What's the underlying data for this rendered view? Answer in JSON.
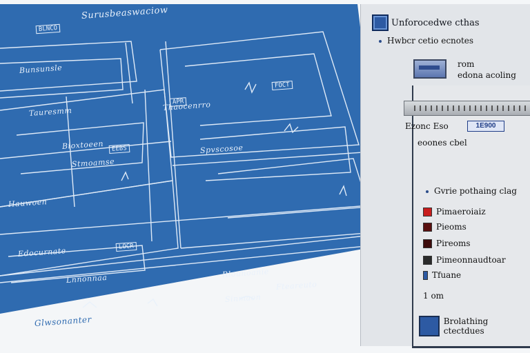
{
  "blueprint": {
    "annotations": [
      "Surusbeaswaciow",
      "Bunsunsle",
      "Tauresmm",
      "Bioxtoeen",
      "Stmoamse",
      "Hauwoen",
      "Edocurnate",
      "Thaocenrro",
      "Spvscosoe",
      "Rlounoanie",
      "Fteareuto",
      "Sinmaon",
      "Lnnonnaa",
      "Glwsonanter"
    ],
    "boxed_labels": [
      "BLNCO",
      "APR",
      "FOCT",
      "EEBS",
      "LOCR"
    ],
    "colors": {
      "background": "#2f6bb0",
      "ink": "#e9f1fb"
    }
  },
  "panel": {
    "title": "Unforocedwe cthas",
    "subtitle": "Hwbcr cetio ecnotes",
    "thumb_caption_1": "rom",
    "thumb_caption_2": "edona acoling",
    "measure_label": "Ezonc Eso",
    "measure_value": "1E900",
    "measure_sublabel": "eoones cbel",
    "section_heading": "Gvrie pothaing clag",
    "legend": [
      {
        "label": "Pimaeroiaiz",
        "color": "#c81d1d"
      },
      {
        "label": "Pieoms",
        "color": "#5a1010"
      },
      {
        "label": "Pireoms",
        "color": "#3e0c0c"
      },
      {
        "label": "Pimeonnaudtoar",
        "color": "#2b2b2b"
      },
      {
        "label": "Tfuane",
        "color": "#2d5aa3"
      },
      {
        "label": "1 om",
        "color": null
      }
    ],
    "footer": "Brolathing ctectdues"
  }
}
